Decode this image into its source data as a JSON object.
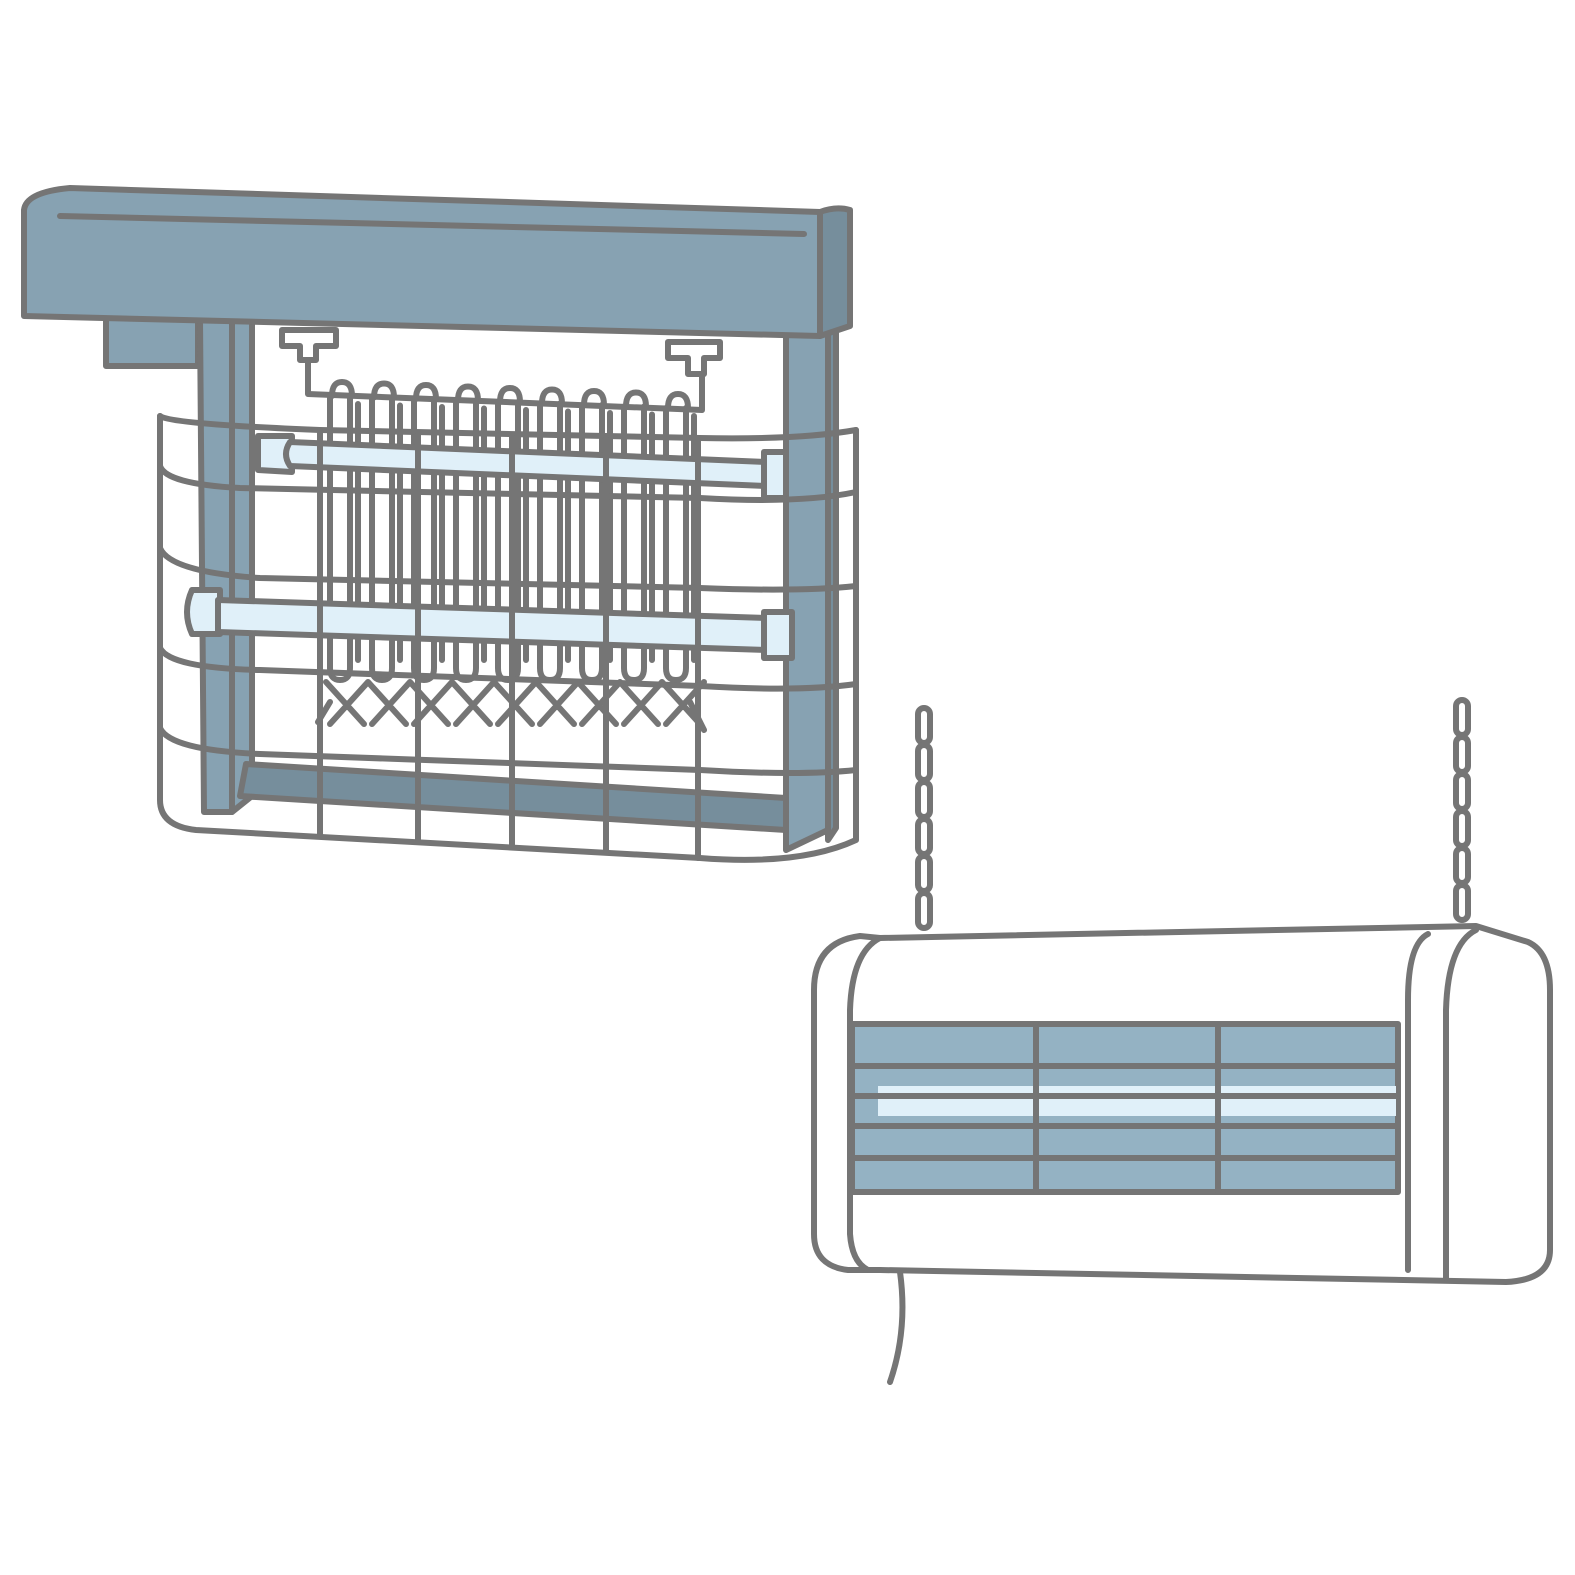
{
  "colors": {
    "background": "#ffffff",
    "outline": "#757575",
    "housing_blue": "#87a2b2",
    "housing_blue_dark": "#768e9c",
    "lamp_glow": "#e0f0f9",
    "panel_blue": "#94b2c3",
    "body_white": "#ffffff"
  },
  "illustrations": [
    {
      "name": "wall-mounted-electric-bug-zapper",
      "icon": "bug-zapper-wall-icon",
      "lamp_count": 2
    },
    {
      "name": "hanging-electric-bug-zapper",
      "icon": "bug-zapper-hanging-icon",
      "chain_count": 2,
      "lamp_count": 1
    }
  ]
}
